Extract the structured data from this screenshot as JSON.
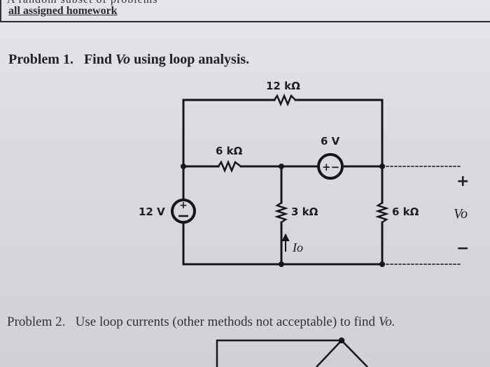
{
  "header": {
    "cut_text": "A random subset of problems",
    "link": "all assigned homework"
  },
  "problem1": {
    "label": "Problem 1.",
    "text_before": "Find",
    "var": "Vo",
    "text_after": "using loop analysis."
  },
  "circuit": {
    "r_top": "12 kΩ",
    "r_mid": "6 kΩ",
    "src_6v": "6 V",
    "src_12v": "12 V",
    "r_3k": "3 kΩ",
    "r_6k_right": "6 kΩ",
    "io": "Io",
    "vo": "Vo",
    "plus": "+",
    "minus": "−"
  },
  "problem2": {
    "label": "Problem 2.",
    "text": "Use loop currents (other methods not acceptable) to find",
    "var": "Vo."
  }
}
